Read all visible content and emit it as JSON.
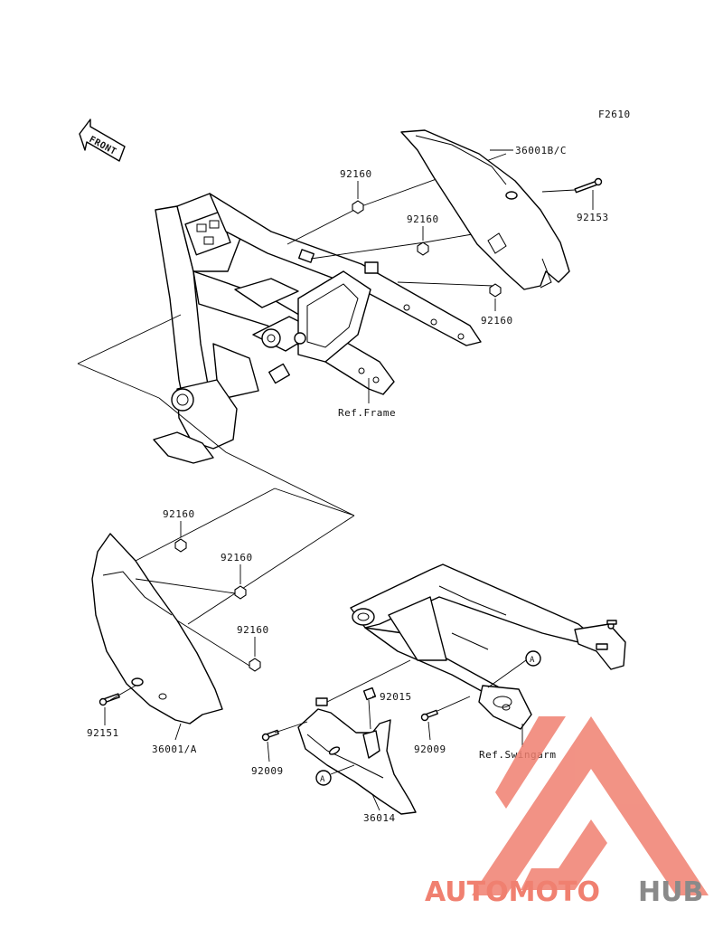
{
  "figure_code": "F2610",
  "front_arrow_label": "FRONT",
  "references": {
    "frame": "Ref.Frame",
    "swingarm": "Ref.Swingarm"
  },
  "callout_letter": "A",
  "parts": {
    "cover_right": "36001B/C",
    "cover_left": "36001/A",
    "chain_cover": "36014",
    "bolt_92153": "92153",
    "bolt_92151": "92151",
    "collar_92160": "92160",
    "plate_92015": "92015",
    "bolt_92009": "92009"
  },
  "watermark": {
    "part1": "AUTOMOTO",
    "part2": "HUB",
    "color_primary": "#f08070",
    "color_secondary": "#8a8a8a"
  }
}
